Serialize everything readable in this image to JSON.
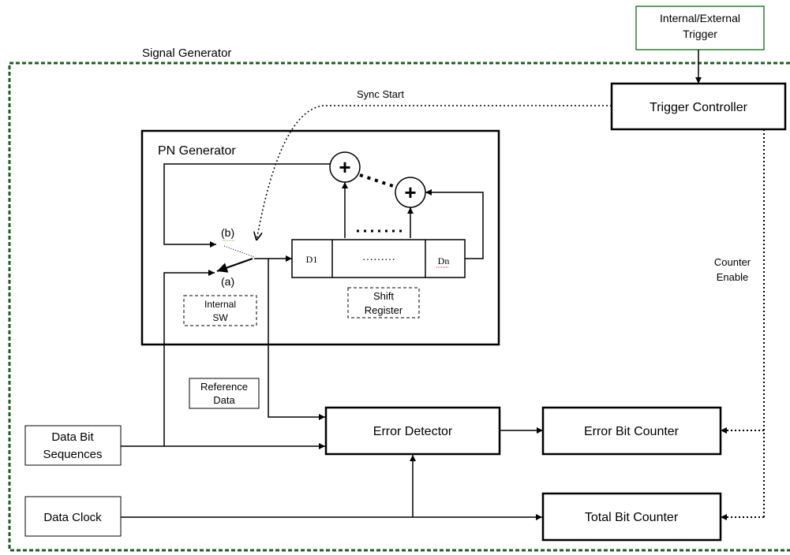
{
  "title": "Signal Generator",
  "external": {
    "trigger_line1": "Internal/External",
    "trigger_line2": "Trigger"
  },
  "blocks": {
    "trigger_controller": "Trigger Controller",
    "pn_generator": "PN Generator",
    "error_detector": "Error Detector",
    "error_bit_counter": "Error Bit Counter",
    "total_bit_counter": "Total Bit Counter",
    "data_bit_line1": "Data Bit",
    "data_bit_line2": "Sequences",
    "data_clock": "Data Clock"
  },
  "shift_register": {
    "cell_first": "D1",
    "cell_middle": "·········",
    "cell_last": "Dn",
    "label_line1": "Shift",
    "label_line2": "Register"
  },
  "switch": {
    "pos_b": "(b)",
    "pos_a": "(a)",
    "label_line1": "Internal",
    "label_line2": "SW"
  },
  "adder_symbol": "+",
  "signals": {
    "sync_start": "Sync Start",
    "counter_enable_line1": "Counter",
    "counter_enable_line2": "Enable",
    "reference_line1": "Reference",
    "reference_line2": "Data"
  },
  "colors": {
    "frame": "#1b5e20",
    "trigger_box_border": "#2e7d32",
    "line": "#000000"
  }
}
